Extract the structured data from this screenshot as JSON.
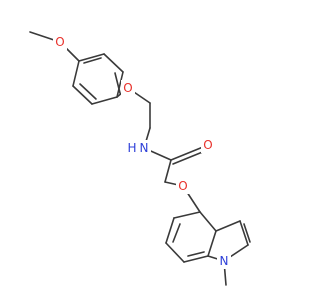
{
  "molecule": {
    "atom_labels": {
      "methoxy_o": "O",
      "ether_o": "O",
      "amide_n": "N",
      "amide_h": "H",
      "carbonyl_o": "O",
      "indole_ether_o": "O",
      "indole_n": "N"
    },
    "colors": {
      "bond": "#3a3a3a",
      "oxygen": "#e8322c",
      "nitrogen": "#2d3fd8"
    }
  }
}
